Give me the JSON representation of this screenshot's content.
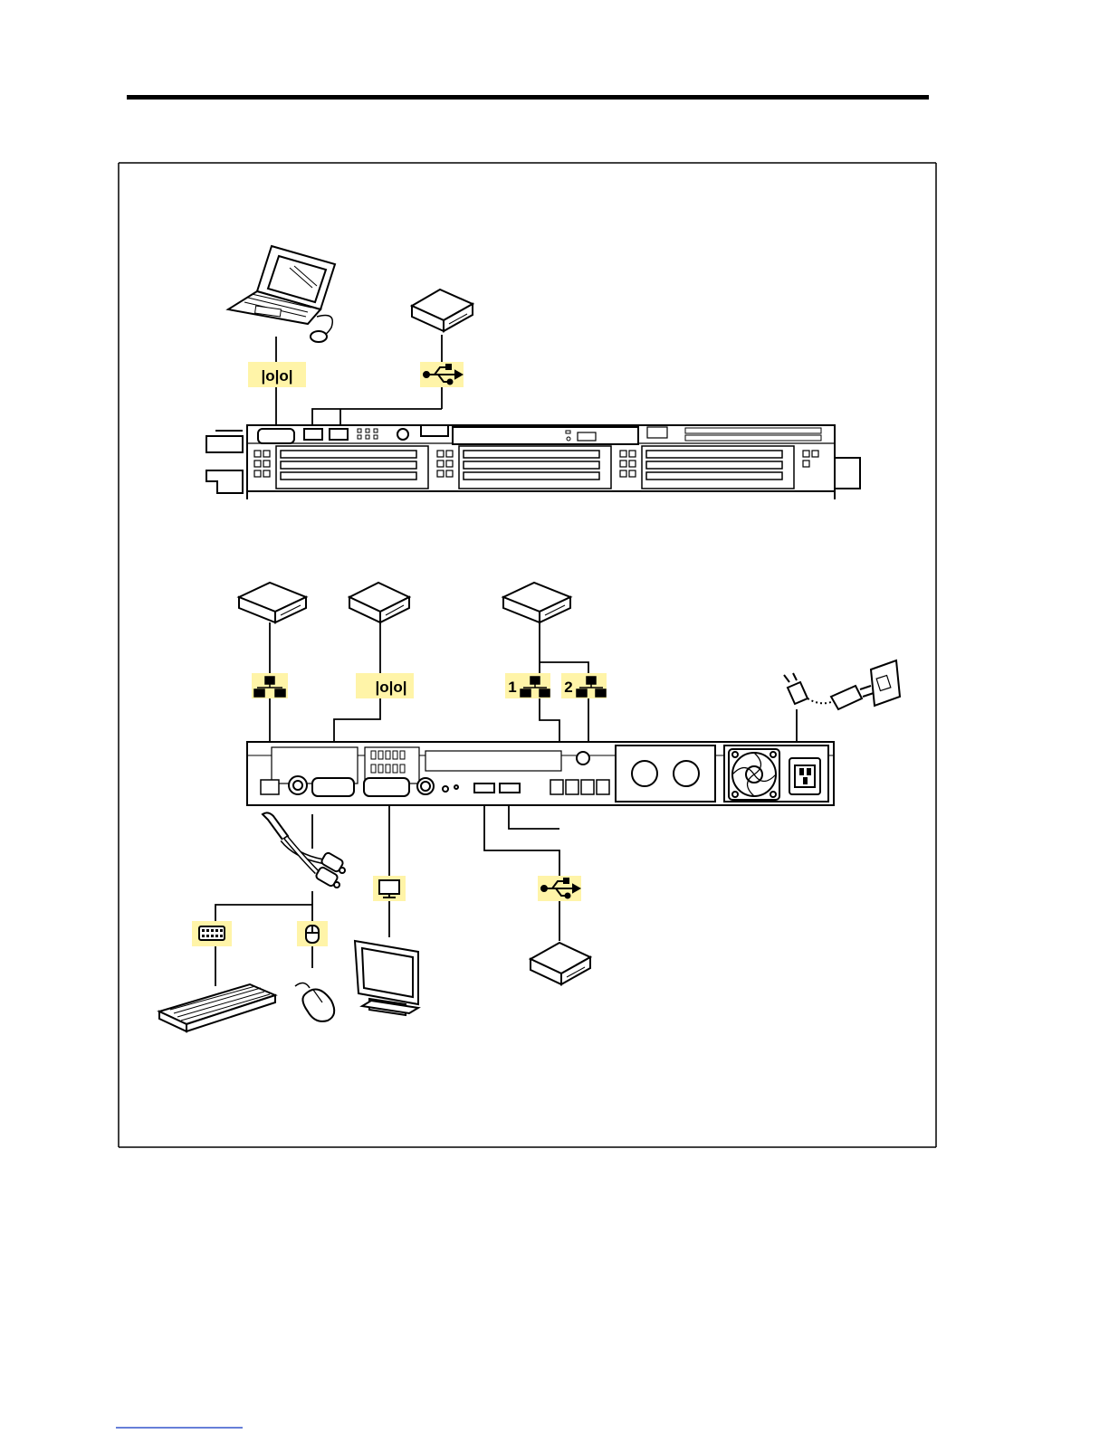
{
  "page": {
    "background": "#ffffff"
  },
  "colors": {
    "label_highlight": "#fff4a8",
    "line": "#000000",
    "device_fill": "#ffffff"
  },
  "connector_labels": {
    "serial_front": "|o|o|",
    "serial_rear": "|o|o|",
    "lan_port_1": "1",
    "lan_port_2": "2"
  },
  "icons": {
    "serial": "serial-port-icon",
    "usb": "usb-icon",
    "lan": "network-icon",
    "monitor": "monitor-icon",
    "keyboard": "keyboard-icon",
    "mouse": "mouse-icon",
    "power": "power-plug-icon"
  }
}
